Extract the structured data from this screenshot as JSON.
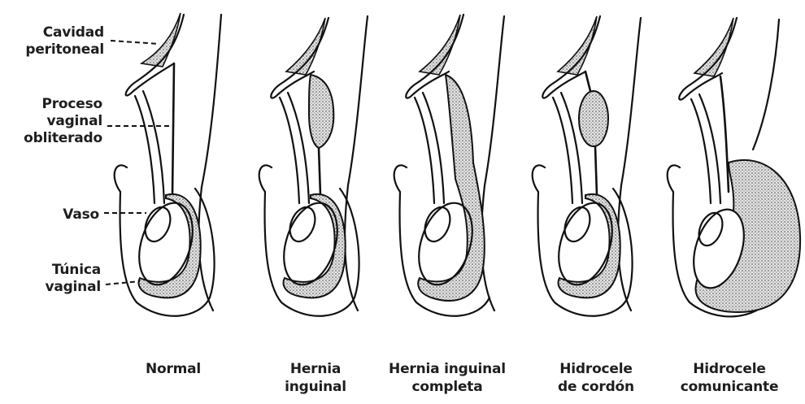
{
  "labels": {
    "cavidad_line1": "Cavidad",
    "cavidad_line2": "peritoneal",
    "proceso_line1": "Proceso",
    "proceso_line2": "vaginal",
    "proceso_line3": "obliterado",
    "vaso": "Vaso",
    "tunica_line1": "Túnica",
    "tunica_line2": "vaginal"
  },
  "captions": [
    {
      "line1": "Normal",
      "line2": ""
    },
    {
      "line1": "Hernia",
      "line2": "inguinal"
    },
    {
      "line1": "Hernia inguinal",
      "line2": "completa"
    },
    {
      "line1": "Hidrocele",
      "line2": "de cordón"
    },
    {
      "line1": "Hidrocele",
      "line2": "comunicante"
    }
  ],
  "colors": {
    "ink": "#111111",
    "stipple": "#9a9a9a"
  }
}
